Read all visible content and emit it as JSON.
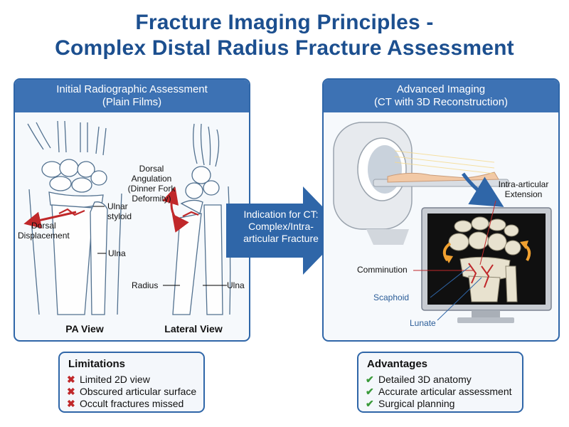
{
  "title": {
    "line1": "Fracture Imaging Principles -",
    "line2": "Complex Distal Radius Fracture Assessment"
  },
  "left_panel": {
    "header_line1": "Initial Radiographic Assessment",
    "header_line2": "(Plain Films)",
    "labels": {
      "dorsal_displacement_1": "Dorsal",
      "dorsal_displacement_2": "Displacement",
      "ulnar_styloid_1": "Ulnar",
      "ulnar_styloid_2": "styloid",
      "ulna_pa": "Ulna",
      "dorsal_angulation_1": "Dorsal",
      "dorsal_angulation_2": "Angulation",
      "dorsal_angulation_3": "(Dinner Fork",
      "dorsal_angulation_4": "Deformity)",
      "radius": "Radius",
      "ulna_lateral": "Ulna"
    },
    "pa_view": "PA View",
    "lateral_view": "Lateral View"
  },
  "center_arrow": {
    "line1": "Indication for CT:",
    "line2": "Complex/Intra-",
    "line3": "articular Fracture"
  },
  "right_panel": {
    "header_line1": "Advanced Imaging",
    "header_line2": "(CT with 3D Reconstruction)",
    "labels": {
      "intra_articular_1": "Intra-articular",
      "intra_articular_2": "Extension",
      "comminution": "Comminution",
      "scaphoid": "Scaphoid",
      "lunate": "Lunate"
    }
  },
  "limitations": {
    "title": "Limitations",
    "items": [
      "Limited 2D view",
      "Obscured articular surface",
      "Occult fractures missed"
    ]
  },
  "advantages": {
    "title": "Advantages",
    "items": [
      "Detailed 3D anatomy",
      "Accurate articular assessment",
      "Surgical planning"
    ]
  },
  "colors": {
    "title_blue": "#1c4f8f",
    "panel_header": "#3d72b4",
    "arrow_blue": "#2f66a8",
    "fracture_red": "#c0282a",
    "check_green": "#3a9a3a",
    "rotate_orange": "#f0a030"
  },
  "icons": {
    "limitation_marker": "✖",
    "advantage_marker": "✔"
  }
}
